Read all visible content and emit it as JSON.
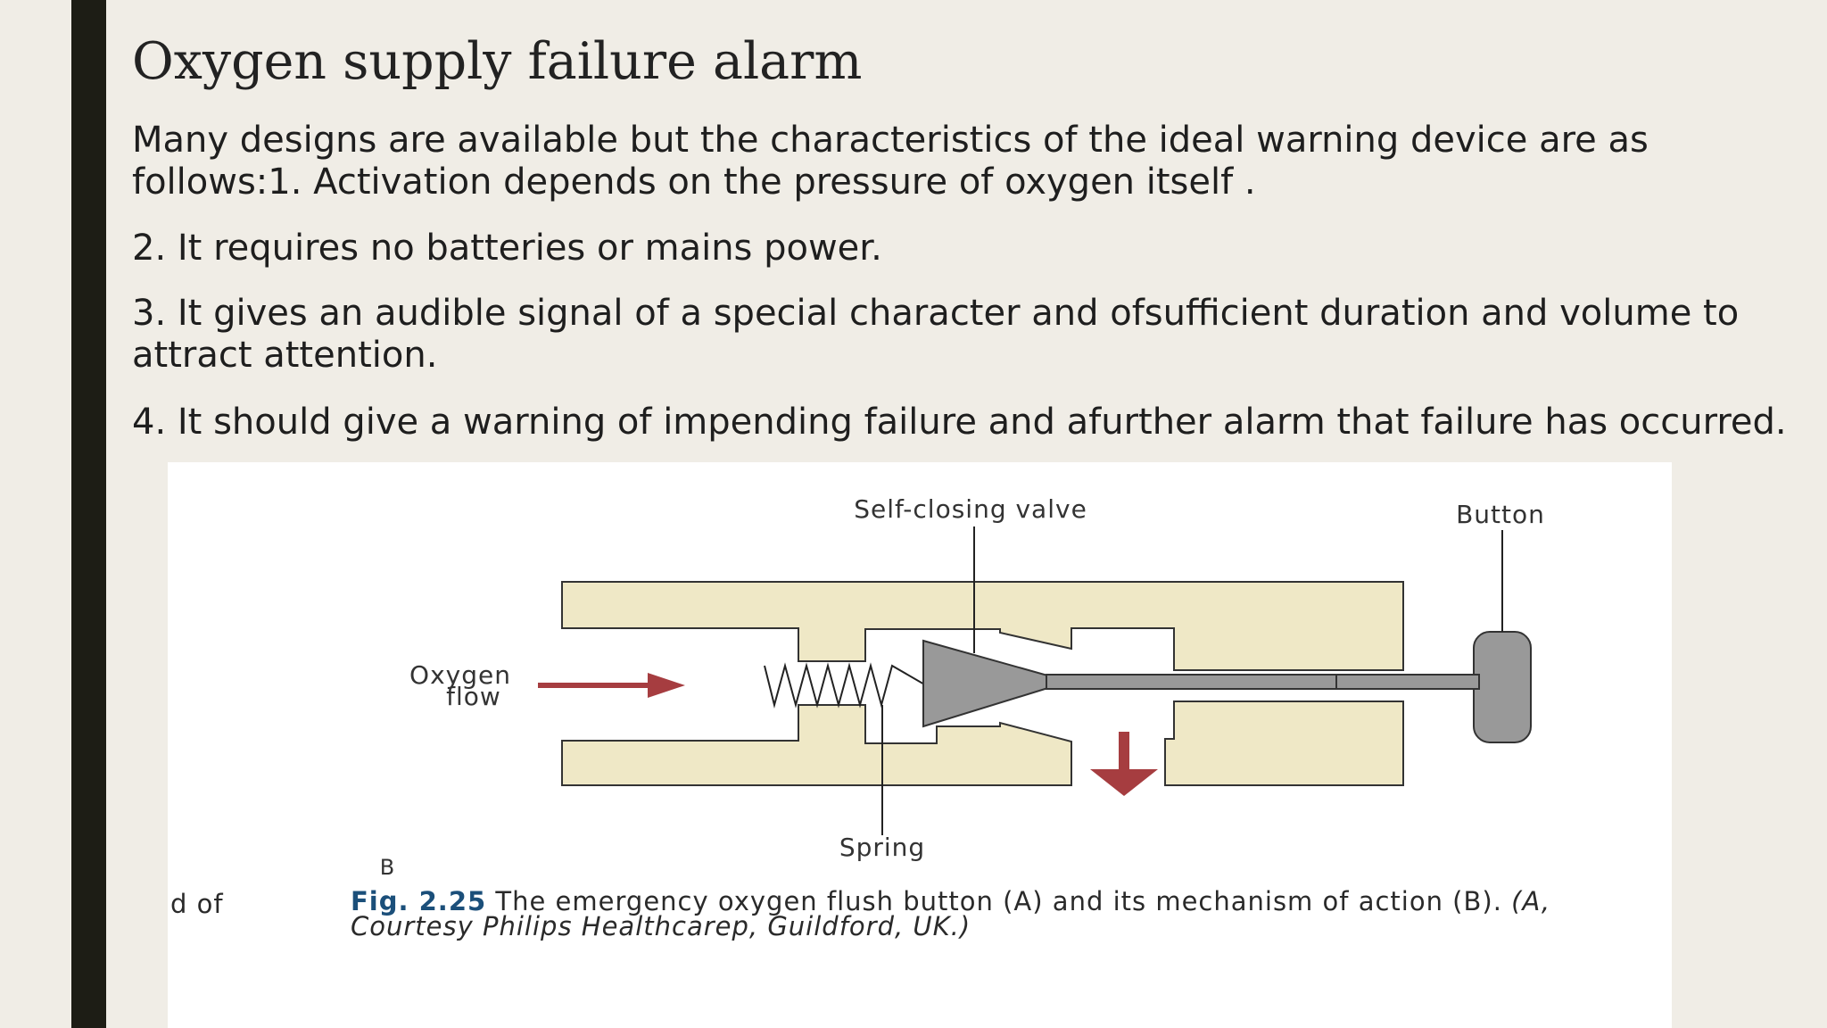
{
  "slide": {
    "title": "Oxygen supply failure alarm",
    "paragraphs": [
      "Many designs are available but the characteristics of the ideal warning device are as follows:1. Activation depends on the pressure of oxygen itself .",
      "2. It requires no batteries or mains power.",
      "3. It gives an audible signal of a special character and ofsufficient duration and volume to attract attention.",
      "4. It should give a warning of impending failure and afurther alarm that failure has occurred."
    ]
  },
  "figure": {
    "labels": {
      "self_closing_valve": "Self-closing valve",
      "button": "Button",
      "oxygen": "Oxygen",
      "flow": "flow",
      "spring": "Spring",
      "panel": "B"
    },
    "caption": {
      "fig_number": "Fig. 2.25",
      "text": "The emergency oxygen flush button (A) and its mechanism of action (B).",
      "credit": "(A, Courtesy Philips Healthcarep, Guildford, UK.)"
    },
    "cropped_text": "d of"
  },
  "colors": {
    "background": "#f0ede6",
    "left_bar": "#1d1d15",
    "housing": "#efe8c6",
    "valve": "#999999",
    "arrow": "#a63d40",
    "fig_number": "#1b4f7a"
  }
}
